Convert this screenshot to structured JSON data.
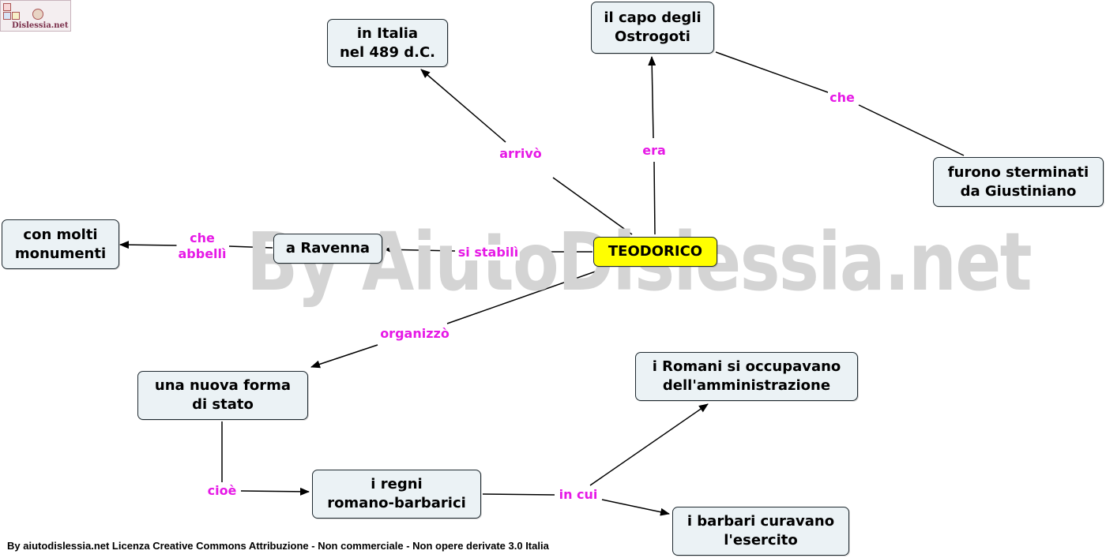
{
  "watermark": "By AiutoDislessia.net",
  "logo_text": "Dislessia.net",
  "footer": "By aiutodislessia.net Licenza Creative Commons Attribuzione - Non commerciale - Non opere derivate 3.0 Italia",
  "colors": {
    "node_fill": "#ebf2f5",
    "main_fill": "#ffff00",
    "label": "#e619e6",
    "line": "#000000"
  },
  "nodes": {
    "teodorico": "TEODORICO",
    "italia": "in Italia\nnel 489 d.C.",
    "capo": "il capo degli\nOstrogoti",
    "sterminati": "furono sterminati\nda Giustiniano",
    "ravenna": "a Ravenna",
    "monumenti": "con molti\nmonumenti",
    "forma": "una nuova forma\ndi stato",
    "regni": "i regni\nromano-barbarici",
    "romani": "i Romani si occupavano\ndell'amministrazione",
    "barbari": "i barbari curavano\nl'esercito"
  },
  "labels": {
    "arrivo": "arrivò",
    "era": "era",
    "che": "che",
    "si_stabili": "si stabilì",
    "che_abbelli": "che\nabbellì",
    "organizzo": "organizzò",
    "cioe": "cioè",
    "in_cui": "in cui"
  }
}
